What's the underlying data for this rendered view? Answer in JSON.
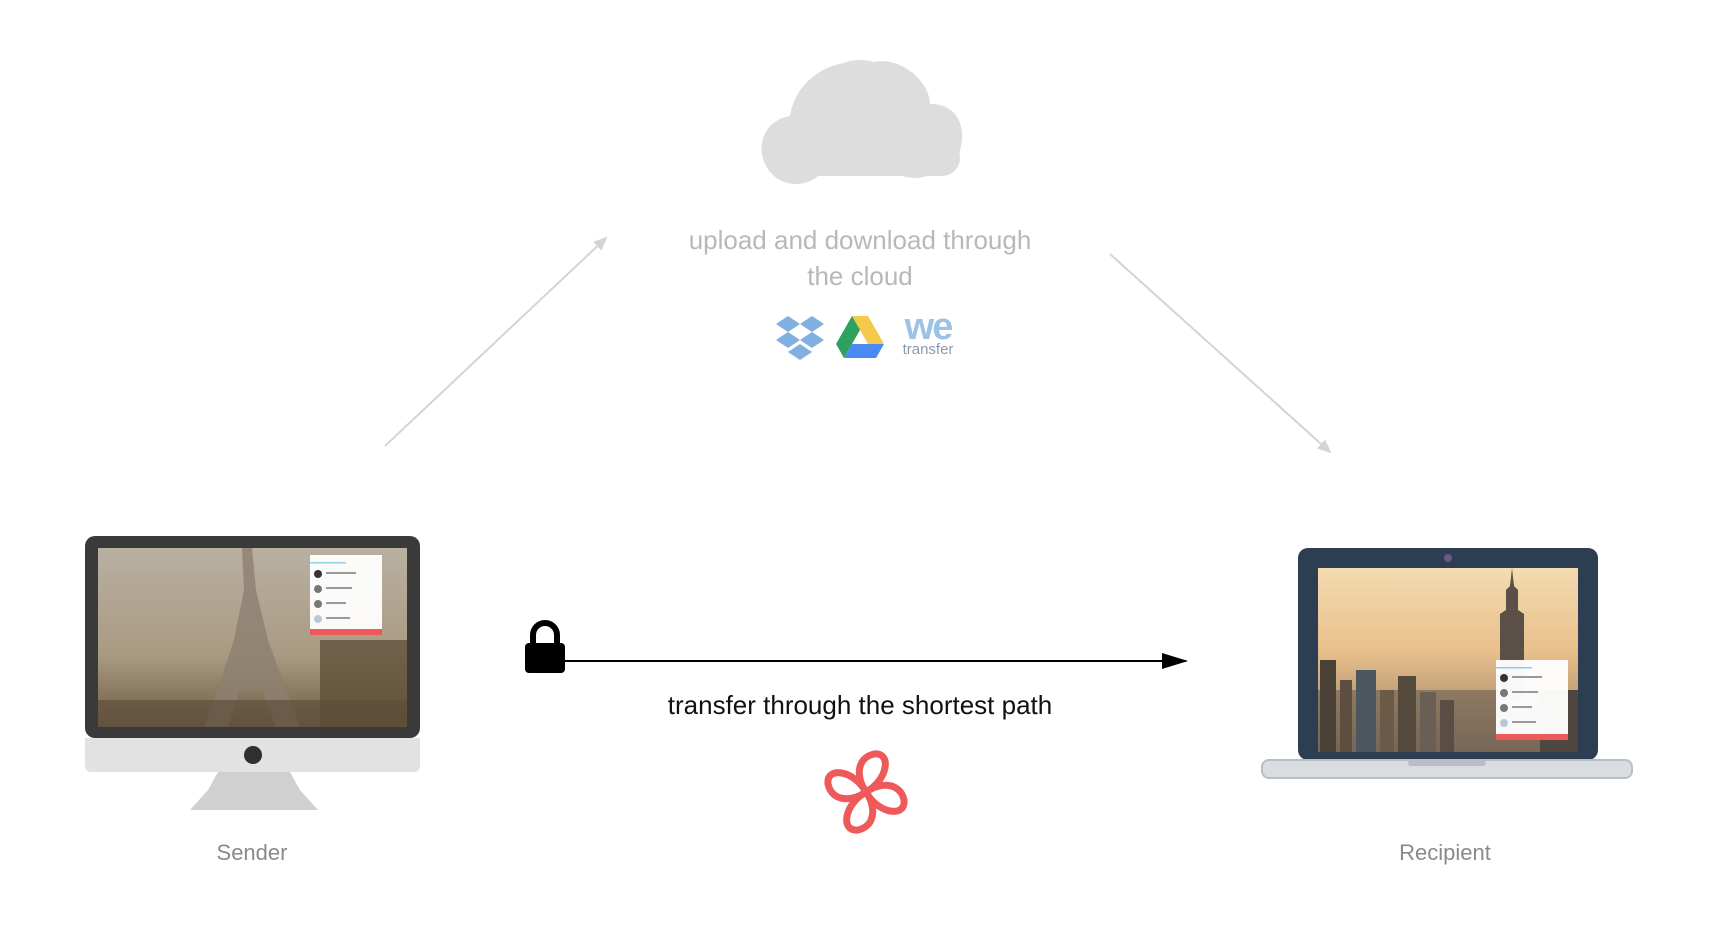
{
  "cloud": {
    "caption_line1": "upload and download through",
    "caption_line2": "the cloud",
    "services": [
      {
        "name": "dropbox-icon"
      },
      {
        "name": "google-drive-icon"
      },
      {
        "name": "wetransfer-icon",
        "logo_text": "we",
        "logo_subtext": "transfer"
      }
    ]
  },
  "direct": {
    "caption": "transfer through the shortest path",
    "lock_icon": "lock-icon",
    "app_logo": "app-logo-icon"
  },
  "sender": {
    "label": "Sender",
    "device": "desktop-monitor"
  },
  "recipient": {
    "label": "Recipient",
    "device": "laptop"
  },
  "colors": {
    "cloud": "#dddddd",
    "caption_gray": "#b8b8b8",
    "label_gray": "#8a8a8a",
    "arrow_gray": "#d4d4d4",
    "arrow_black": "#000000",
    "app_red": "#ee5a5a",
    "dropbox_blue": "#7fb0e0",
    "wetransfer_blue": "#9cc2e6"
  }
}
